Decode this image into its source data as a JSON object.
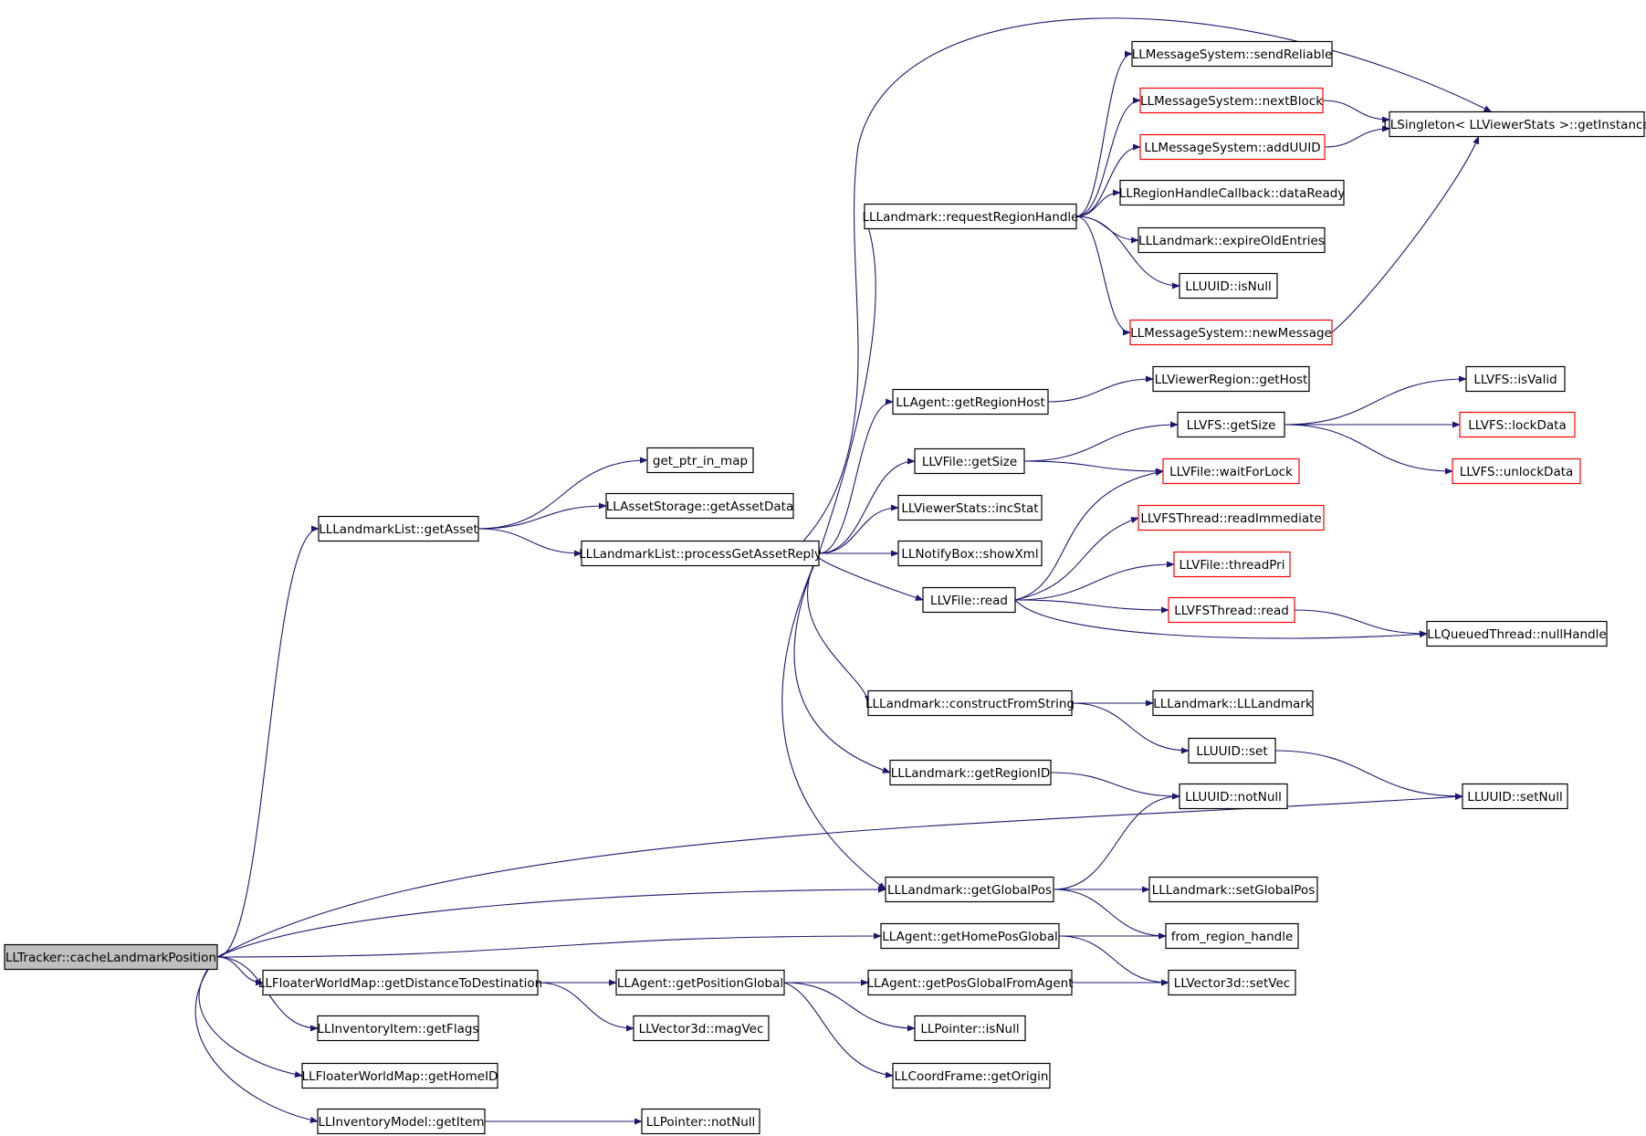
{
  "graph": {
    "nodes": [
      {
        "id": "root",
        "label": "LLTracker::cacheLandmarkPosition",
        "style": "root"
      },
      {
        "id": "getAsset",
        "label": "LLLandmarkList::getAsset",
        "style": "normal"
      },
      {
        "id": "getPtrInMap",
        "label": "get_ptr_in_map",
        "style": "normal"
      },
      {
        "id": "getAssetData",
        "label": "LLAssetStorage::getAssetData",
        "style": "normal"
      },
      {
        "id": "processReply",
        "label": "LLLandmarkList::processGetAssetReply",
        "style": "normal"
      },
      {
        "id": "requestRegionHandle",
        "label": "LLLandmark::requestRegionHandle",
        "style": "normal"
      },
      {
        "id": "sendReliable",
        "label": "LLMessageSystem::sendReliable",
        "style": "normal"
      },
      {
        "id": "nextBlock",
        "label": "LLMessageSystem::nextBlock",
        "style": "red"
      },
      {
        "id": "addUUID",
        "label": "LLMessageSystem::addUUID",
        "style": "red"
      },
      {
        "id": "dataReady",
        "label": "LLRegionHandleCallback::dataReady",
        "style": "normal"
      },
      {
        "id": "expireOld",
        "label": "LLLandmark::expireOldEntries",
        "style": "normal"
      },
      {
        "id": "uuidIsNull",
        "label": "LLUUID::isNull",
        "style": "normal"
      },
      {
        "id": "newMessage",
        "label": "LLMessageSystem::newMessage",
        "style": "red"
      },
      {
        "id": "singleton",
        "label": "LLSingleton< LLViewerStats >::getInstance",
        "style": "normal"
      },
      {
        "id": "getRegionHost",
        "label": "LLAgent::getRegionHost",
        "style": "normal"
      },
      {
        "id": "getHost",
        "label": "LLViewerRegion::getHost",
        "style": "normal"
      },
      {
        "id": "vfileGetSize",
        "label": "LLVFile::getSize",
        "style": "normal"
      },
      {
        "id": "vfsGetSize",
        "label": "LLVFS::getSize",
        "style": "normal"
      },
      {
        "id": "vfsIsValid",
        "label": "LLVFS::isValid",
        "style": "normal"
      },
      {
        "id": "vfsLockData",
        "label": "LLVFS::lockData",
        "style": "red"
      },
      {
        "id": "vfsUnlockData",
        "label": "LLVFS::unlockData",
        "style": "red"
      },
      {
        "id": "waitForLock",
        "label": "LLVFile::waitForLock",
        "style": "red"
      },
      {
        "id": "incStat",
        "label": "LLViewerStats::incStat",
        "style": "normal"
      },
      {
        "id": "showXml",
        "label": "LLNotifyBox::showXml",
        "style": "normal"
      },
      {
        "id": "readImmediate",
        "label": "LLVFSThread::readImmediate",
        "style": "red"
      },
      {
        "id": "threadPri",
        "label": "LLVFile::threadPri",
        "style": "red"
      },
      {
        "id": "vfileRead",
        "label": "LLVFile::read",
        "style": "normal"
      },
      {
        "id": "vfsthreadRead",
        "label": "LLVFSThread::read",
        "style": "red"
      },
      {
        "id": "nullHandle",
        "label": "LLQueuedThread::nullHandle",
        "style": "normal"
      },
      {
        "id": "constructFromString",
        "label": "LLLandmark::constructFromString",
        "style": "normal"
      },
      {
        "id": "llLandmarkCtor",
        "label": "LLLandmark::LLLandmark",
        "style": "normal"
      },
      {
        "id": "uuidSet",
        "label": "LLUUID::set",
        "style": "normal"
      },
      {
        "id": "getRegionID",
        "label": "LLLandmark::getRegionID",
        "style": "normal"
      },
      {
        "id": "uuidNotNull",
        "label": "LLUUID::notNull",
        "style": "normal"
      },
      {
        "id": "uuidSetNull",
        "label": "LLUUID::setNull",
        "style": "normal"
      },
      {
        "id": "getGlobalPos",
        "label": "LLLandmark::getGlobalPos",
        "style": "normal"
      },
      {
        "id": "setGlobalPos",
        "label": "LLLandmark::setGlobalPos",
        "style": "normal"
      },
      {
        "id": "getHomePosGlobal",
        "label": "LLAgent::getHomePosGlobal",
        "style": "normal"
      },
      {
        "id": "fromRegionHandle",
        "label": "from_region_handle",
        "style": "normal"
      },
      {
        "id": "getDistanceToDest",
        "label": "LLFloaterWorldMap::getDistanceToDestination",
        "style": "normal"
      },
      {
        "id": "getPositionGlobal",
        "label": "LLAgent::getPositionGlobal",
        "style": "normal"
      },
      {
        "id": "getPosGlobalFromAgent",
        "label": "LLAgent::getPosGlobalFromAgent",
        "style": "normal"
      },
      {
        "id": "setVec",
        "label": "LLVector3d::setVec",
        "style": "normal"
      },
      {
        "id": "getFlags",
        "label": "LLInventoryItem::getFlags",
        "style": "normal"
      },
      {
        "id": "magVec",
        "label": "LLVector3d::magVec",
        "style": "normal"
      },
      {
        "id": "pointerIsNull",
        "label": "LLPointer::isNull",
        "style": "normal"
      },
      {
        "id": "getHomeID",
        "label": "LLFloaterWorldMap::getHomeID",
        "style": "normal"
      },
      {
        "id": "getOrigin",
        "label": "LLCoordFrame::getOrigin",
        "style": "normal"
      },
      {
        "id": "getItem",
        "label": "LLInventoryModel::getItem",
        "style": "normal"
      },
      {
        "id": "pointerNotNull",
        "label": "LLPointer::notNull",
        "style": "normal"
      }
    ],
    "edges": [
      [
        "root",
        "getAsset"
      ],
      [
        "root",
        "getGlobalPos"
      ],
      [
        "root",
        "getHomePosGlobal"
      ],
      [
        "root",
        "uuidSetNull"
      ],
      [
        "root",
        "getDistanceToDest"
      ],
      [
        "root",
        "getFlags"
      ],
      [
        "root",
        "getHomeID"
      ],
      [
        "root",
        "getItem"
      ],
      [
        "getAsset",
        "getPtrInMap"
      ],
      [
        "getAsset",
        "getAssetData"
      ],
      [
        "getAsset",
        "processReply"
      ],
      [
        "processReply",
        "requestRegionHandle"
      ],
      [
        "processReply",
        "singleton"
      ],
      [
        "processReply",
        "getRegionHost"
      ],
      [
        "processReply",
        "vfileGetSize"
      ],
      [
        "processReply",
        "incStat"
      ],
      [
        "processReply",
        "showXml"
      ],
      [
        "processReply",
        "vfileRead"
      ],
      [
        "processReply",
        "constructFromString"
      ],
      [
        "processReply",
        "getRegionID"
      ],
      [
        "processReply",
        "getGlobalPos"
      ],
      [
        "requestRegionHandle",
        "sendReliable"
      ],
      [
        "requestRegionHandle",
        "nextBlock"
      ],
      [
        "requestRegionHandle",
        "addUUID"
      ],
      [
        "requestRegionHandle",
        "dataReady"
      ],
      [
        "requestRegionHandle",
        "expireOld"
      ],
      [
        "requestRegionHandle",
        "uuidIsNull"
      ],
      [
        "requestRegionHandle",
        "newMessage"
      ],
      [
        "nextBlock",
        "singleton"
      ],
      [
        "addUUID",
        "singleton"
      ],
      [
        "newMessage",
        "singleton"
      ],
      [
        "getRegionHost",
        "getHost"
      ],
      [
        "vfileGetSize",
        "vfsGetSize"
      ],
      [
        "vfileGetSize",
        "waitForLock"
      ],
      [
        "vfsGetSize",
        "vfsIsValid"
      ],
      [
        "vfsGetSize",
        "vfsLockData"
      ],
      [
        "vfsGetSize",
        "vfsUnlockData"
      ],
      [
        "vfileRead",
        "waitForLock"
      ],
      [
        "vfileRead",
        "readImmediate"
      ],
      [
        "vfileRead",
        "threadPri"
      ],
      [
        "vfileRead",
        "vfsthreadRead"
      ],
      [
        "vfileRead",
        "nullHandle"
      ],
      [
        "vfsthreadRead",
        "nullHandle"
      ],
      [
        "constructFromString",
        "llLandmarkCtor"
      ],
      [
        "constructFromString",
        "uuidSet"
      ],
      [
        "uuidSet",
        "uuidSetNull"
      ],
      [
        "getRegionID",
        "uuidNotNull"
      ],
      [
        "getGlobalPos",
        "uuidNotNull"
      ],
      [
        "getGlobalPos",
        "setGlobalPos"
      ],
      [
        "getGlobalPos",
        "fromRegionHandle"
      ],
      [
        "getHomePosGlobal",
        "fromRegionHandle"
      ],
      [
        "getHomePosGlobal",
        "setVec"
      ],
      [
        "getDistanceToDest",
        "getPositionGlobal"
      ],
      [
        "getDistanceToDest",
        "magVec"
      ],
      [
        "getPositionGlobal",
        "getPosGlobalFromAgent"
      ],
      [
        "getPositionGlobal",
        "pointerIsNull"
      ],
      [
        "getPositionGlobal",
        "getOrigin"
      ],
      [
        "getPosGlobalFromAgent",
        "setVec"
      ],
      [
        "getItem",
        "pointerNotNull"
      ]
    ]
  }
}
